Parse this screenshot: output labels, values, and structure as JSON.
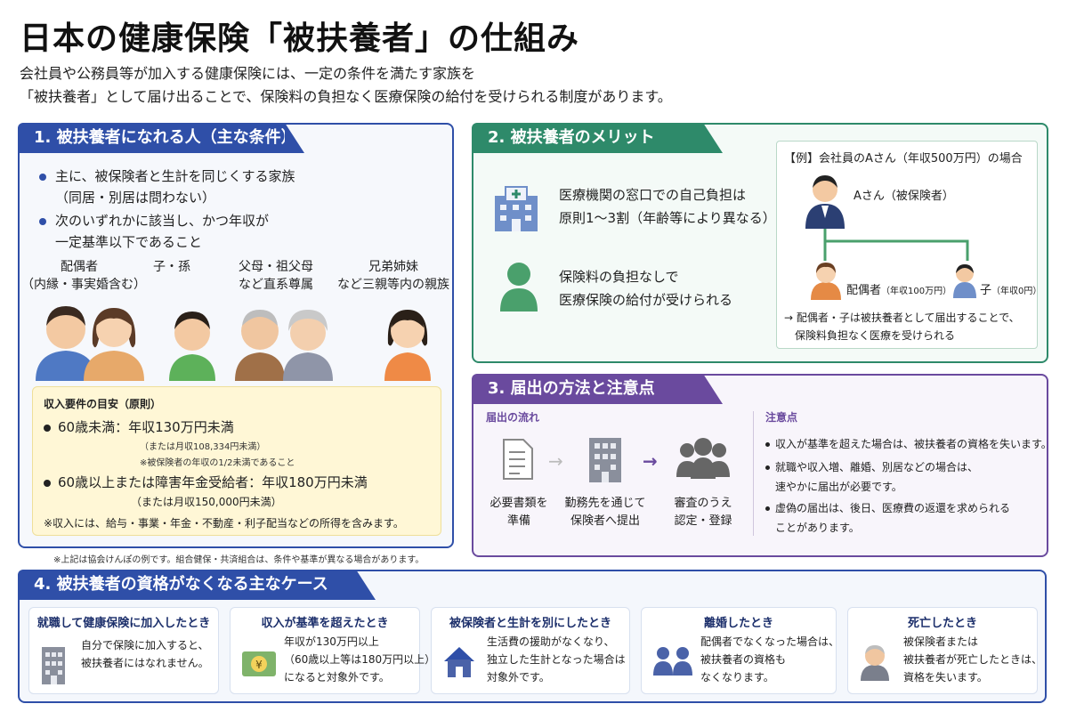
{
  "title": "日本の健康保険「被扶養者」の仕組み",
  "intro": {
    "line1": "会社員や公務員等が加入する健康保険には、一定の条件を満たす家族を",
    "line2": "「被扶養者」として届け出ることで、保険料の負担なく医療保険の給付を受けられる制度があります。"
  },
  "section1": {
    "tab": "1. 被扶養者になれる人（主な条件）",
    "bullets": [
      {
        "line1": "主に、被保険者と生計を同じくする家族",
        "line2": "（同居・別居は問わない）"
      },
      {
        "line1": "次のいずれかに該当し、かつ年収が",
        "line2": "一定基準以下であること"
      }
    ],
    "groups": [
      {
        "line1": "配偶者",
        "line2": "（内縁・事実婚含む）"
      },
      {
        "line1": "子・孫",
        "line2": ""
      },
      {
        "line1": "父母・祖父母",
        "line2": "など直系尊属"
      },
      {
        "line1": "兄弟姉妹",
        "line2": "など三親等内の親族"
      }
    ],
    "income": {
      "heading": "収入要件の目安（原則）",
      "under60": "60歳未満：年収130万円未満",
      "under60_sub1": "（または月収108,334円未満）",
      "under60_sub2": "※被保険者の年収の1/2未満であること",
      "over60": "60歳以上または障害年金受給者：年収180万円未満",
      "over60_sub": "（または月収150,000円未満）",
      "note": "※収入には、給与・事業・年金・不動産・利子配当などの所得を含みます。"
    },
    "footnote": "※上記は協会けんぽの例です。組合健保・共済組合は、条件や基準が異なる場合があります。"
  },
  "section2": {
    "tab": "2. 被扶養者のメリット",
    "merit1": {
      "line1": "医療機関の窓口での自己負担は",
      "line2": "原則1～3割（年齢等により異なる）"
    },
    "merit2": {
      "line1": "保険料の負担なしで",
      "line2": "医療保険の給付が受けられる"
    },
    "example": {
      "heading": "【例】会社員のAさん（年収500万円）の場合",
      "person_a": "Aさん（被保険者）",
      "spouse": "配偶者",
      "spouse_income": "（年収100万円）",
      "child": "子",
      "child_income": "（年収0円）",
      "result1": "→ 配偶者・子は被扶養者として届出することで、",
      "result2": "保険料負担なく医療を受けられる"
    }
  },
  "section3": {
    "tab": "3. 届出の方法と注意点",
    "flow_heading": "届出の流れ",
    "steps": [
      {
        "line1": "必要書類を",
        "line2": "準備"
      },
      {
        "line1": "勤務先を通じて",
        "line2": "保険者へ提出"
      },
      {
        "line1": "審査のうえ",
        "line2": "認定・登録"
      }
    ],
    "notes_heading": "注意点",
    "notes": [
      {
        "line1": "収入が基準を超えた場合は、被扶養者の資格を失います。",
        "line2": ""
      },
      {
        "line1": "就職や収入増、離婚、別居などの場合は、",
        "line2": "速やかに届出が必要です。"
      },
      {
        "line1": "虚偽の届出は、後日、医療費の返還を求められる",
        "line2": "ことがあります。"
      }
    ]
  },
  "section4": {
    "tab": "4. 被扶養者の資格がなくなる主なケース",
    "cases": [
      {
        "title": "就職して健康保険に加入したとき",
        "l1": "自分で保険に加入すると、",
        "l2": "被扶養者にはなれません。",
        "l3": "",
        "icon": "office-building-icon"
      },
      {
        "title": "収入が基準を超えたとき",
        "l1": "年収が130万円以上",
        "l2": "（60歳以上等は180万円以上）",
        "l3": "になると対象外です。",
        "icon": "yen-bill-icon"
      },
      {
        "title": "被保険者と生計を別にしたとき",
        "l1": "生活費の援助がなくなり、",
        "l2": "独立した生計となった場合は",
        "l3": "対象外です。",
        "icon": "house-icon"
      },
      {
        "title": "離婚したとき",
        "l1": "配偶者でなくなった場合は、",
        "l2": "被扶養者の資格も",
        "l3": "なくなります。",
        "icon": "two-people-icon"
      },
      {
        "title": "死亡したとき",
        "l1": "被保険者または",
        "l2": "被扶養者が死亡したときは、",
        "l3": "資格を失います。",
        "icon": "elderly-man-icon"
      }
    ]
  },
  "colors": {
    "blue": "#2f4fa8",
    "green": "#2e8a6a",
    "purple": "#6a4a9e",
    "yellow_box": "#fff7d6"
  }
}
